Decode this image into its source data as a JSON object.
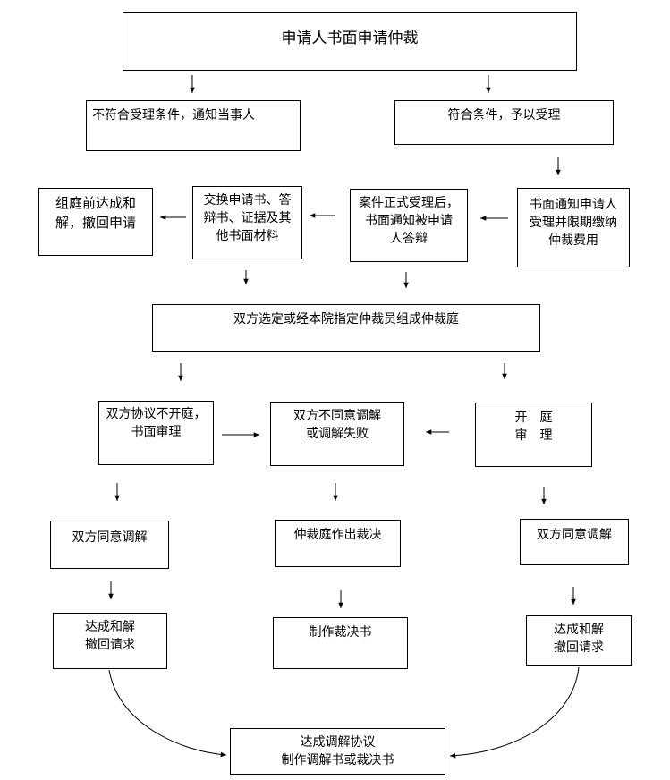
{
  "flowchart": {
    "nodes": {
      "apply": "申请人书面申请仲裁",
      "reject": "不符合受理条件，通知当事人",
      "accept": "符合条件，予以受理",
      "notify_fee": "书面通知申请人\n受理并限期缴纳\n仲裁费用",
      "formal_accept": "案件正式受理后，\n书面通知被申请\n人答辩",
      "exchange": "交换申请书、答\n辩书、证据及其\n他书面材料",
      "settle_before": "组庭前达成和\n解，撤回申请",
      "form_tribunal": "双方选定或经本院指定仲裁员组成仲裁庭",
      "no_hearing": "双方协议不开庭，\n书面审理",
      "no_mediation": "双方不同意调解\n或调解失败",
      "hearing": "开　庭\n审　理",
      "agree_left": "双方同意调解",
      "award": "仲裁庭作出裁决",
      "agree_right": "双方同意调解",
      "settle_left": "达成和解\n撤回请求",
      "make_award": "制作裁决书",
      "settle_right": "达成和解\n撤回请求",
      "final": "达成调解协议\n制作调解书或裁决书"
    },
    "line_color": "#000000",
    "box_border_color": "#000000",
    "background_color": "#ffffff"
  }
}
